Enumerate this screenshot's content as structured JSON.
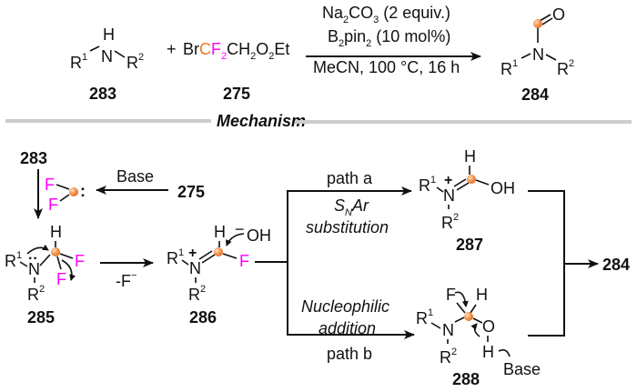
{
  "colors": {
    "fluorine": "#ff00ff",
    "carbon_highlight": "#f07a2a",
    "divider": "#cccccc",
    "ink": "#111111"
  },
  "reaction": {
    "amine": {
      "n": "N",
      "h": "H",
      "r1": "R",
      "r1_sup": "1",
      "r2": "R",
      "r2_sup": "2",
      "label": "283"
    },
    "plus": "+",
    "reagent": {
      "br": "Br",
      "c": "C",
      "f": "F",
      "f_sub": "2",
      "rest_a": "CH",
      "rest_a_sub": "2",
      "rest_b": "O",
      "rest_b_sub": "2",
      "rest_c": "Et",
      "label": "275"
    },
    "conditions": {
      "line1_a": "Na",
      "line1_sub1": "2",
      "line1_b": "CO",
      "line1_sub2": "3",
      "line1_c": " (2 equiv.)",
      "line2_a": "B",
      "line2_sub1": "2",
      "line2_b": "pin",
      "line2_sub2": "2",
      "line2_c": " (10 mol%)",
      "line3": "MeCN, 100 °C, 16 h"
    },
    "product": {
      "o": "O",
      "n": "N",
      "r1": "R",
      "r1_sup": "1",
      "r2": "R",
      "r2_sup": "2",
      "label": "284"
    }
  },
  "section_title": "Mechanism",
  "mechanism": {
    "start_label": "283",
    "carbene": {
      "f1": "F",
      "f2": "F",
      "lone_pair": ":"
    },
    "base_arrow": {
      "label": "Base",
      "from": "275"
    },
    "int285": {
      "h": "H",
      "f1": "F",
      "f2": "F",
      "n": "N",
      "r1": "R",
      "r1_sup": "1",
      "r2": "R",
      "r2_sup": "2",
      "lone_pair": "··",
      "label": "285"
    },
    "elim_arrow": {
      "label": "-F",
      "charge": "−"
    },
    "int286": {
      "h": "H",
      "oh": "OH",
      "oh_charge": "−",
      "f": "F",
      "n": "N",
      "plus": "+",
      "r1": "R",
      "r1_sup": "1",
      "r2": "R",
      "r2_sup": "2",
      "label": "286"
    },
    "path_a": {
      "label": "path a",
      "desc_s": "S",
      "desc_sub": "N",
      "desc_ar": "Ar",
      "desc2": "substitution"
    },
    "int287": {
      "h": "H",
      "oh": "OH",
      "n": "N",
      "plus": "+",
      "r1": "R",
      "r1_sup": "1",
      "r2": "R",
      "r2_sup": "2",
      "label": "287"
    },
    "path_b": {
      "desc1": "Nucleophilic",
      "desc2": "addition",
      "label": "path b"
    },
    "int288": {
      "f": "F",
      "h": "H",
      "o": "O",
      "oh_h": "H",
      "n": "N",
      "r1": "R",
      "r1_sup": "1",
      "r2": "R",
      "r2_sup": "2",
      "base": "Base",
      "label": "288"
    },
    "final_label": "284"
  }
}
